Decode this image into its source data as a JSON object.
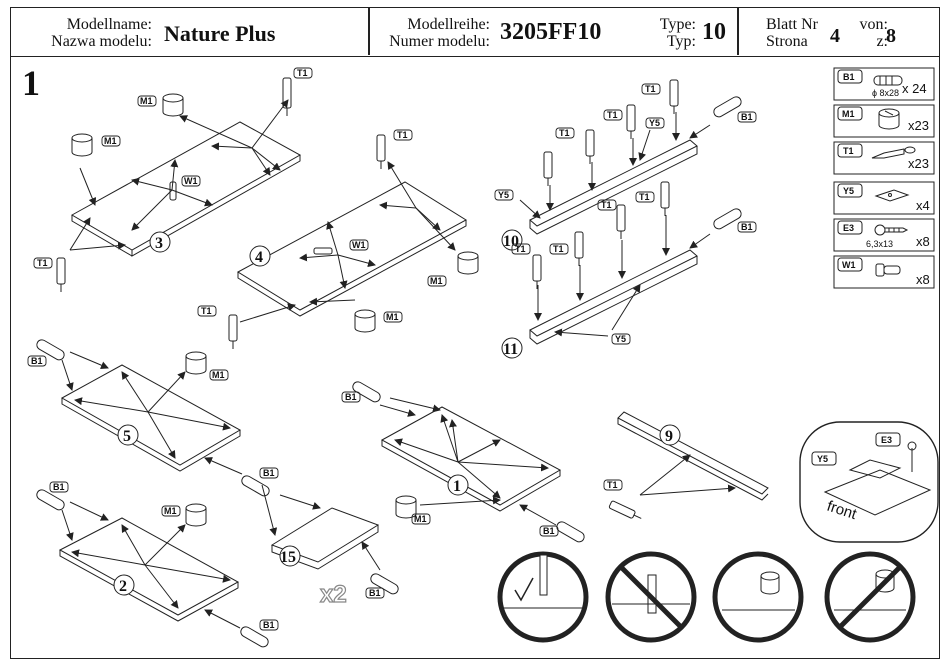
{
  "header": {
    "model_name_label_1": "Modellname:",
    "model_name_label_2": "Nazwa modelu:",
    "model_name": "Nature Plus",
    "series_label_1": "Modellreihe:",
    "series_label_2": "Numer modelu:",
    "series": "3205FF10",
    "type_label_1": "Type:",
    "type_label_2": "Typ:",
    "type": "10",
    "sheet_label_1": "Blatt Nr",
    "sheet_label_2": "Strona",
    "sheet_no": "4",
    "of_label_1": "von:",
    "of_label_2": "z:",
    "sheet_total": "8"
  },
  "page_step": "1",
  "parts_legend": [
    {
      "code": "B1",
      "qty": "x 24",
      "dim": "ɸ 8x28"
    },
    {
      "code": "M1",
      "qty": "x23",
      "dim": ""
    },
    {
      "code": "T1",
      "qty": "x23",
      "dim": ""
    },
    {
      "code": "Y5",
      "qty": "x4",
      "dim": ""
    },
    {
      "code": "E3",
      "qty": "x8",
      "dim": "6,3x13"
    },
    {
      "code": "W1",
      "qty": "x8",
      "dim": ""
    }
  ],
  "panels": [
    "3",
    "4",
    "10",
    "11",
    "5",
    "1",
    "9",
    "2",
    "15"
  ],
  "multiplier": "x2",
  "detail": {
    "y5": "Y5",
    "e3": "E3",
    "front": "front"
  },
  "labels": {
    "t1": "T1",
    "m1": "M1",
    "w1": "W1",
    "b1": "B1",
    "y5": "Y5"
  }
}
